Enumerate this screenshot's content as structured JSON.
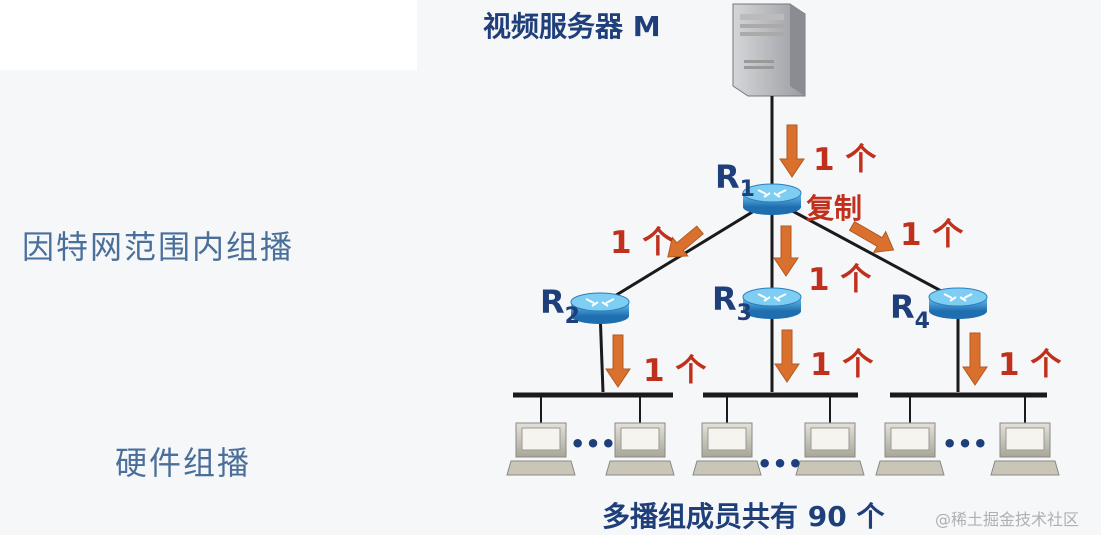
{
  "server_title": "视频服务器 M",
  "left_labels": {
    "internet_multicast": "因特网范围内组播",
    "hardware_multicast": "硬件组播"
  },
  "routers": [
    {
      "id": "R1",
      "letter": "R",
      "sub": "1"
    },
    {
      "id": "R2",
      "letter": "R",
      "sub": "2"
    },
    {
      "id": "R3",
      "letter": "R",
      "sub": "3"
    },
    {
      "id": "R4",
      "letter": "R",
      "sub": "4"
    }
  ],
  "copy_label": "复制",
  "count_label": "1 个",
  "ellipsis": "•••",
  "members_note": "多播组成员共有 90 个",
  "watermark": "@稀土掘金技术社区",
  "colors": {
    "title_blue": "#1f3f7a",
    "left_text": "#4a6f9a",
    "count_red": "#c0311d",
    "arrow_orange": "#d9702e",
    "router_blue": "#2f8fd0"
  }
}
